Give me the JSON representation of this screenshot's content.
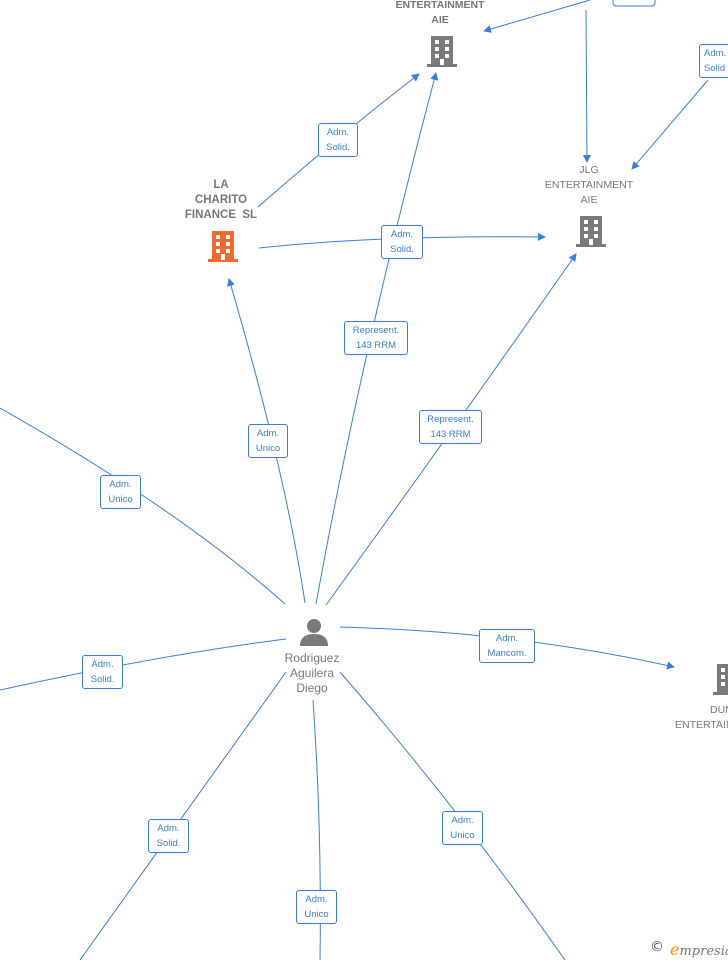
{
  "nodes": {
    "entertainment_top": {
      "lines": [
        "ENTERTAINMENT",
        "AIE"
      ]
    },
    "la_charito": {
      "lines": [
        "LA",
        "CHARITO",
        "FINANCE  SL"
      ]
    },
    "jlg": {
      "lines": [
        "JLG",
        "ENTERTAINMENT",
        "AIE"
      ]
    },
    "person": {
      "lines": [
        "Rodriguez",
        "Aguilera",
        "Diego"
      ]
    },
    "dun_partial": {
      "lines": [
        "DUN",
        "ENTERTAIN"
      ]
    }
  },
  "edge_labels": {
    "e_charito_top": [
      "Adm.",
      "Solid."
    ],
    "e_charito_jlg": [
      "Adm.",
      "Solid."
    ],
    "e_person_top": [
      "Represent.",
      "143 RRM"
    ],
    "e_person_jlg": [
      "Represent.",
      "143 RRM"
    ],
    "e_person_charito": [
      "Adm.",
      "Unico"
    ],
    "e_person_left_top": [
      "Adm.",
      "Unico"
    ],
    "e_person_left": [
      "Adm.",
      "Solid."
    ],
    "e_person_dun": [
      "Adm.",
      "Mancom."
    ],
    "e_person_bottom_left": [
      "Adm.",
      "Solid."
    ],
    "e_person_bottom": [
      "Adm.",
      "Unico"
    ],
    "e_person_bottom_right": [
      "Adm.",
      "Unico"
    ],
    "e_topright_jlg": [
      "Adm.",
      "Solid"
    ]
  },
  "colors": {
    "edge": "#3a7fd5",
    "company_icon": "#7a7a7a",
    "highlight_company_icon": "#f26a30",
    "person_icon": "#7a7a7a"
  },
  "footer": {
    "copyright_symbol": "©",
    "brand": "mpresia",
    "brand_initial": "e"
  }
}
